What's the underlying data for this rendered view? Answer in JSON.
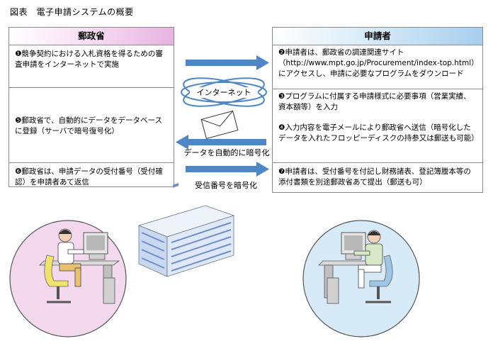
{
  "title": "図表　電子申請システムの概要",
  "left_panel": {
    "header": "郵政省",
    "items": [
      "❶競争契約における入札資格を得るための審査申請をインターネットで実施",
      "❺郵政省で、自動的にデータをデータベースに登録（サーバで暗号復号化）",
      "❻郵政省は、申請データの受付番号（受付確認）を申請者あて返信"
    ]
  },
  "right_panel": {
    "header": "申請者",
    "items": [
      "❷申請者は、郵政省の調達関連サイト（http://www.mpt.go.jp/Procurement/index-top.html）にアクセスし、申請に必要なプログラムをダウンロード",
      "❸プログラムに付属する申請様式に必要事項（営業実績、資本額等）を入力",
      "❹入力内容を電子メールにより郵政省へ送信（暗号化したデータを入れたフロッピーディスクの持参又は郵送も可能）",
      "❼申請者は、受付番号を付記し財務諸表、登記簿謄本等の添付書類を別途郵政省あて提出（郵送も可）"
    ]
  },
  "labels": {
    "internet": "インターネット",
    "encrypt_auto": "データを自動的に暗号化",
    "receipt_encrypt": "受信番号を暗号化"
  },
  "colors": {
    "arrow_blue": "#4f86c6",
    "left_header": "#e6b3e0",
    "right_header": "#a6cfee"
  }
}
